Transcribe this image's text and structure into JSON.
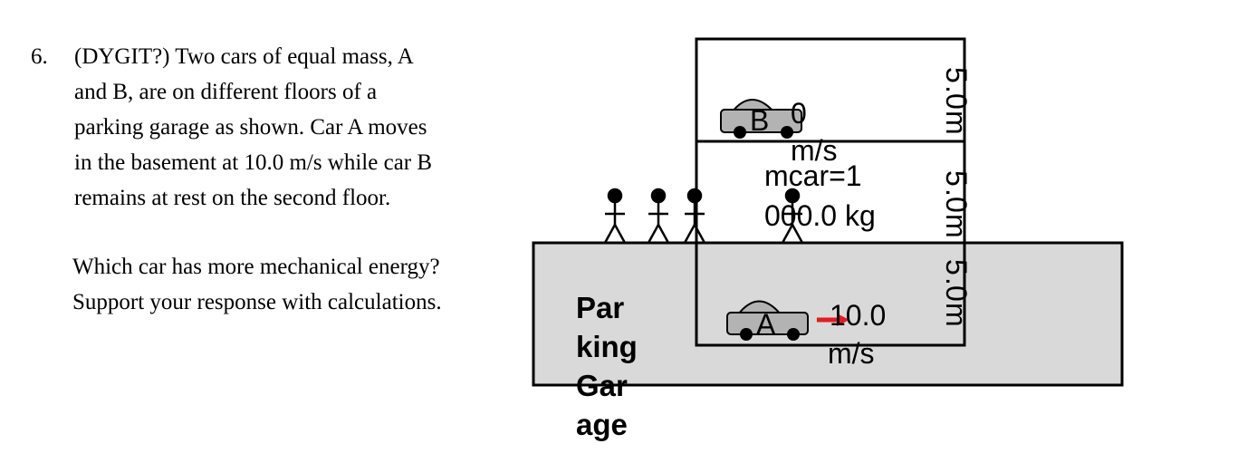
{
  "question": {
    "number": "6.",
    "paragraph1": [
      "(DYGIT?) Two cars of equal mass, A",
      "and B, are on different floors of a",
      "parking garage as shown.  Car A moves",
      "in the basement at 10.0 m/s while car B",
      "remains at rest on the second floor."
    ],
    "paragraph2": [
      "Which car has more mechanical energy?",
      "Support your response with calculations."
    ]
  },
  "diagram": {
    "garage_label_lines": [
      "Par",
      "king",
      "Gar",
      "age"
    ],
    "floor_height_chars": [
      "5",
      ".",
      "0",
      "m"
    ],
    "car_b": {
      "label": "B",
      "speed_lines": [
        "0",
        "m/s"
      ]
    },
    "car_a": {
      "label": "A",
      "speed_lines": [
        "10.0",
        "m/s"
      ]
    },
    "mass_lines": [
      "mcar=1",
      "000.0 kg"
    ],
    "colors": {
      "garage_fill": "#d9d9d9",
      "car_fill": "#b3b3b3",
      "arrow": "#e31b23"
    }
  }
}
